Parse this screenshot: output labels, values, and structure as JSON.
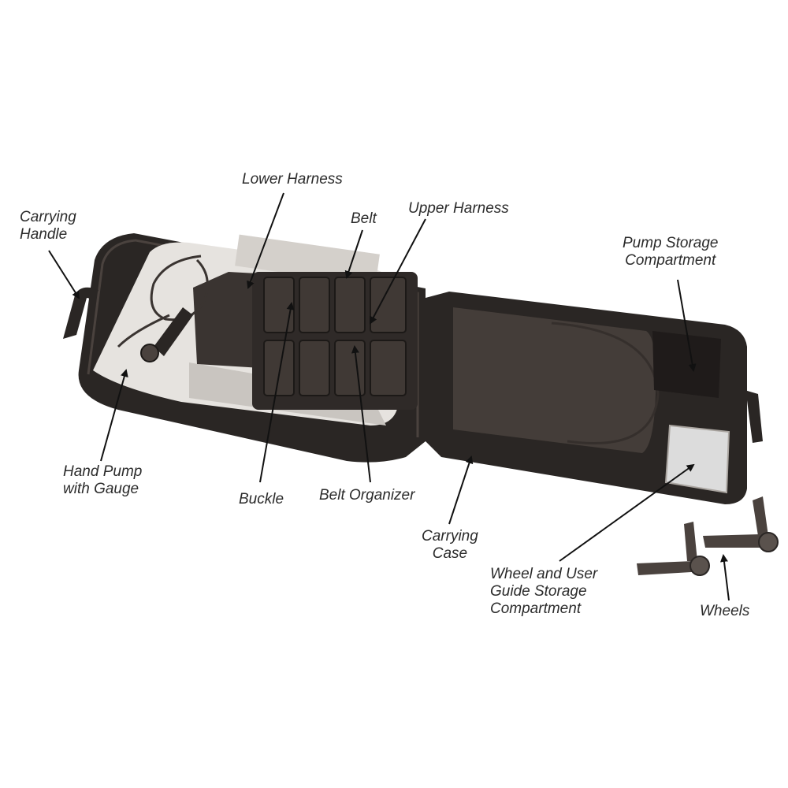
{
  "labels": {
    "carrying_handle": [
      "Carrying",
      "Handle"
    ],
    "lower_harness": [
      "Lower Harness"
    ],
    "belt": [
      "Belt"
    ],
    "upper_harness": [
      "Upper Harness"
    ],
    "pump_storage": [
      "Pump Storage",
      "Compartment"
    ],
    "hand_pump": [
      "Hand Pump",
      "with Gauge"
    ],
    "buckle": [
      "Buckle"
    ],
    "belt_organizer": [
      "Belt Organizer"
    ],
    "carrying_case": [
      "Carrying",
      "Case"
    ],
    "wheel_guide_storage": [
      "Wheel and User",
      "Guide Storage",
      "Compartment"
    ],
    "wheels": [
      "Wheels"
    ]
  },
  "colors": {
    "case_dark": "#2a2624",
    "case_mid": "#3a3431",
    "case_panel": "#443d39",
    "mat_light": "#e6e3df",
    "mat_shadow": "#c9c5c0",
    "pocket_paper": "#dcdcdc",
    "text": "#2b2b2b",
    "arrow": "#111111"
  }
}
